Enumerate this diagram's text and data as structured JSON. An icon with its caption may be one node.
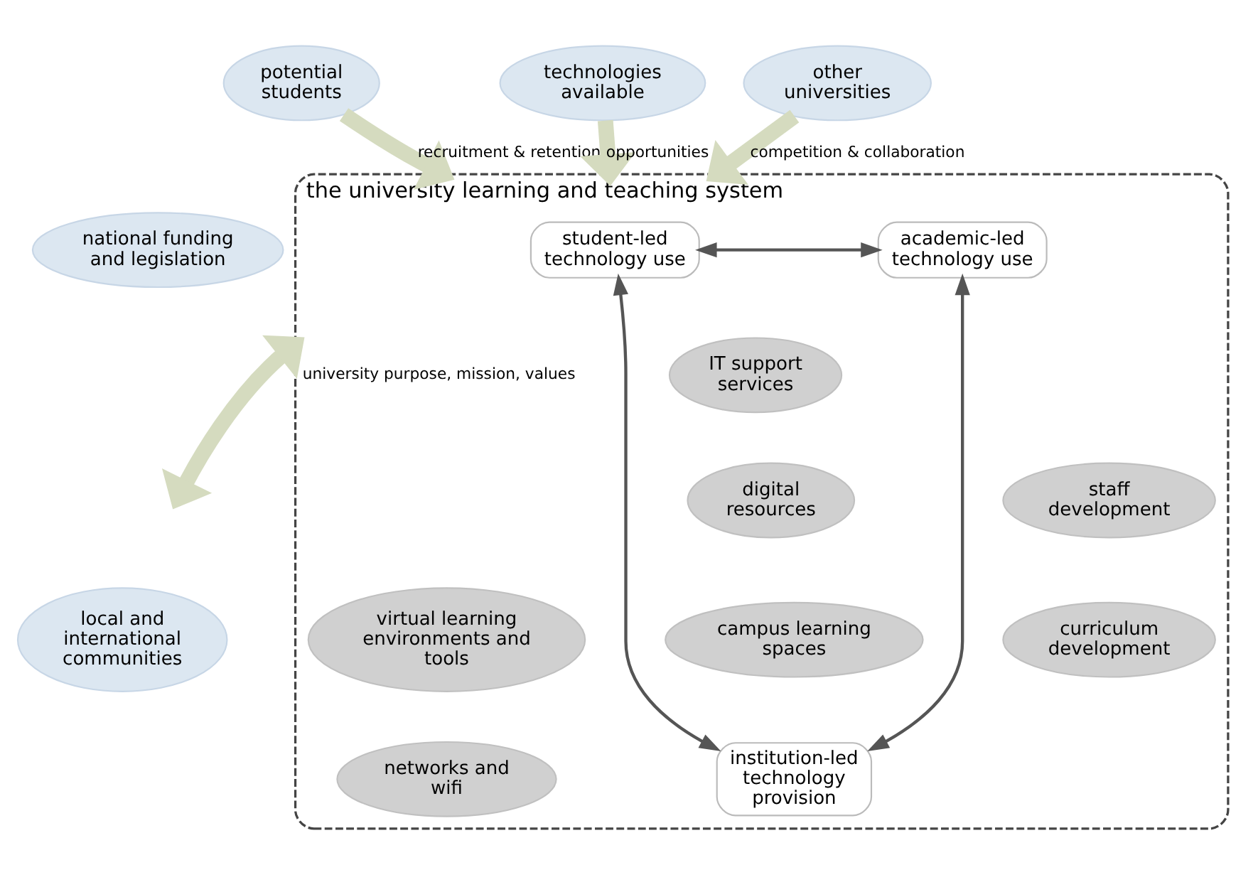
{
  "diagram": {
    "nodes": [
      {
        "text": [
          "potential students"
        ]
      },
      {
        "text": [
          "technologies available"
        ]
      },
      {
        "text": [
          "other universities"
        ]
      },
      {
        "text": [
          "national funding and legislation"
        ]
      },
      {
        "text": [
          "the university learning and teaching system"
        ]
      },
      {
        "text": [
          "student-led technology use"
        ],
        "in": 4
      },
      {
        "text": [
          "academic-led technology use"
        ],
        "in": 4
      },
      {
        "text": [
          "IT support services"
        ],
        "in": 4
      },
      {
        "text": [
          "digital resources"
        ],
        "in": 4
      },
      {
        "text": [
          "staff development"
        ],
        "in": 4
      },
      {
        "text": [
          "virtual learning environments and tools"
        ],
        "in": 4
      },
      {
        "text": [
          "curriculum development"
        ],
        "in": 4
      },
      {
        "text": [
          "campus learning spaces"
        ],
        "in": 4
      },
      {
        "text": [
          "networks and wifi"
        ],
        "in": 4
      },
      {
        "text": [
          "institution-led technology provision"
        ],
        "in": 4
      },
      {
        "text": [
          "local and international communities"
        ]
      }
    ],
    "edges": [
      {
        "from": 5,
        "to": 6,
        "arrow": "both",
        "color": "#555555"
      },
      {
        "from": 5,
        "to": 14,
        "arrow": "both",
        "color": "#555555"
      },
      {
        "from": 6,
        "to": 14,
        "arrow": "both",
        "color": "#555555"
      },
      {
        "from": 0,
        "to": 4,
        "arrow": "to",
        "label": "recruitment & retention"
      },
      {
        "from": 1,
        "to": 4,
        "arrow": "to",
        "label": "opportunities"
      },
      {
        "from": 2,
        "to": 4,
        "arrow": "to",
        "label": "competition & collaboration"
      },
      {
        "from": null,
        "to": 4,
        "arrow": "both",
        "label": "university purpose, mission, values"
      }
    ]
  }
}
